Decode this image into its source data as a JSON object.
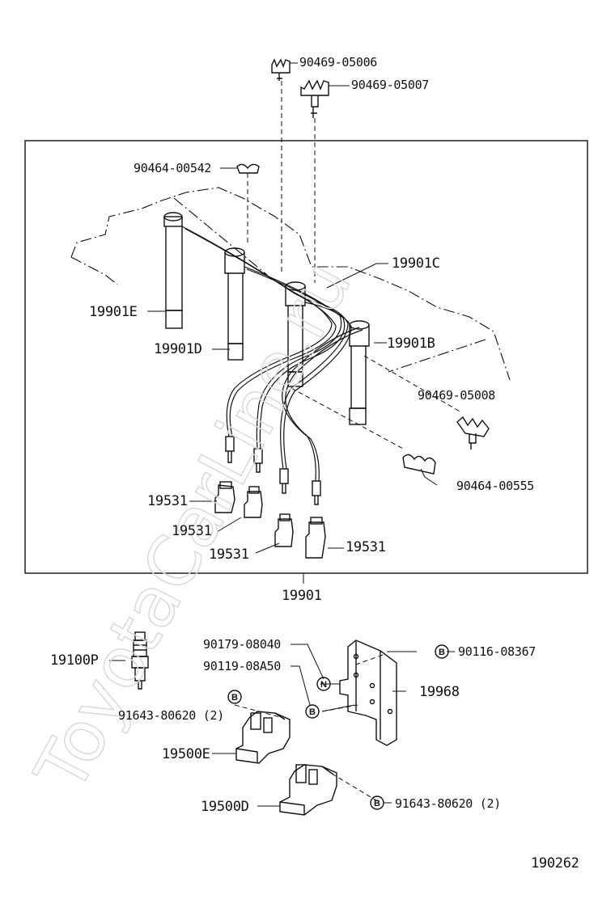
{
  "watermark": "ToyotaCarLine.ru",
  "diagram_code": "190262",
  "labels": {
    "clamp_a": "90469-05006",
    "clamp_b": "90469-05007",
    "clamp_c": "90464-00542",
    "cord_c": "19901C",
    "cord_e": "19901E",
    "cord_d": "19901D",
    "cord_b": "19901B",
    "clamp_d": "90469-05008",
    "clamp_e": "90464-00555",
    "terminal_1": "19531",
    "terminal_2": "19531",
    "terminal_3": "19531",
    "terminal_4": "19531",
    "cord_set": "19901",
    "nut": "90179-08040",
    "bolt": "90119-08A50",
    "bolt_b": "90116-08367",
    "spark_plug": "19100P",
    "bracket": "19968",
    "coil_bolt_1": "91643-80620 (2)",
    "coil_e": "19500E",
    "coil_d": "19500D",
    "coil_bolt_2": "91643-80620 (2)"
  },
  "callout_letters": {
    "n": "N",
    "b": "B"
  }
}
